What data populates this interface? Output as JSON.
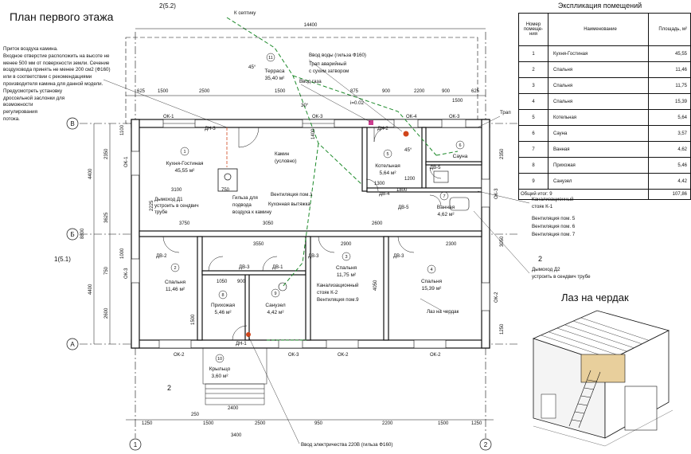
{
  "plan_title": "План первого этажа",
  "axis_labels": {
    "B": "В",
    "B2": "Б",
    "A": "А",
    "n1": "1",
    "n2": "2",
    "b51": "1(5.1)",
    "b52": "2(5.2)",
    "section": "2"
  },
  "rooms": [
    {
      "num": "1",
      "name": "Кухня-Гостиная",
      "area": "45,55 м²"
    },
    {
      "num": "2",
      "name": "Спальня",
      "area": "11,46 м²"
    },
    {
      "num": "3",
      "name": "Спальня",
      "area": "11,75 м²"
    },
    {
      "num": "4",
      "name": "Спальня",
      "area": "15,39 м²"
    },
    {
      "num": "5",
      "name": "Котельная",
      "area": "5,64 м²"
    },
    {
      "num": "6",
      "name": "Сауна",
      "area": "3,57 м²"
    },
    {
      "num": "7",
      "name": "Ванная",
      "area": "4,62 м²"
    },
    {
      "num": "8",
      "name": "Прихожая",
      "area": "5,46 м²"
    },
    {
      "num": "9",
      "name": "Санузел",
      "area": "4,42 м²"
    },
    {
      "num": "10",
      "name": "Крыльцо",
      "area": "3,60 м²"
    },
    {
      "num": "11",
      "name": "Терраса",
      "area": "35,40 м²"
    }
  ],
  "dims_top": {
    "total": "14400",
    "a": "625",
    "b": "1500",
    "c": "2500",
    "d": "1500",
    "e": "875",
    "f": "900",
    "g": "2200",
    "h": "900",
    "i": "1500",
    "j": "625"
  },
  "dims_bottom": {
    "a": "1250",
    "b": "1500",
    "c": "2500",
    "d": "950",
    "e": "2200",
    "f": "1500",
    "g": "1250",
    "h": "3400",
    "i": "2400",
    "j": "250"
  },
  "dims_left": {
    "a": "4400",
    "b": "4400",
    "c": "8800",
    "d": "3625",
    "e": "2350",
    "f": "1100",
    "g": "2600",
    "h": "750",
    "i": "1000"
  },
  "dims_inner": {
    "d1": "3100",
    "d2": "3750",
    "d3": "3050",
    "d4": "3550",
    "d5": "2900",
    "d6": "2300",
    "d7": "2600",
    "d8": "1800",
    "d9": "750",
    "d10": "2225",
    "d11": "1500",
    "d12": "1300",
    "d13": "1200",
    "d14": "4050",
    "d15": "1050",
    "d16": "900",
    "d17": "1400",
    "d18": "1250",
    "d19": "2350",
    "d20": "3050"
  },
  "doors_windows": {
    "ok1": "ОК-1",
    "ok2": "ОК-2",
    "ok3": "ОК-3",
    "ok4": "ОК-4",
    "dv1": "ДВ-1",
    "dv2": "ДВ-2",
    "dv3": "ДВ-3",
    "dv4": "ДВ-4",
    "dv5": "ДВ-5",
    "dn1": "ДН-1",
    "dn2": "ДН-2",
    "dn3": "ДН-3"
  },
  "annotations": {
    "septik": "К септику",
    "water": "Ввод воды (гильза Ф160)",
    "trap_drain": "Трап аварийный",
    "trap_drain2": "с сухим затвором",
    "gas": "Ввод газа",
    "trap": "Трап",
    "kamin": "Камин",
    "kamin2": "(условно)",
    "vent1": "Вентиляция пом.1",
    "kitchen_hood": "Кухонная вытяжка",
    "sleeve1": "Гильза для",
    "sleeve2": "подвода",
    "sleeve3": "воздуха к камину",
    "chimney1": "Дымоход Д1",
    "chimney1b": "устроить в сендвич",
    "chimney1c": "трубе",
    "sewer2": "Канализационный",
    "sewer2b": "стояк К-2",
    "vent9": "Вентиляция пом.9",
    "hatch": "Лаз на чердак",
    "sewer1": "Канализационный",
    "sewer1b": "стояк К-1",
    "vent5": "Вентиляция пом. 5",
    "vent6": "Вентиляция пом. 6",
    "vent7": "Вентиляция пом. 7",
    "chimney2": "Дымоход Д2",
    "chimney2b": "устроить в сендвич трубе",
    "electric": "Ввод электричества 220В (гильза Ф160)",
    "slope": "i=0.02",
    "angle45": "45°",
    "angle30": "30°",
    "angle45b": "45°"
  },
  "note_lines": [
    "Приток воздуха камина.",
    "Входное отверстие расположить на высоте не",
    "менее 500 мм от поверхности земли. Сечение",
    "воздуховода принять не менее 200 см2 (Ф160)",
    "или в соответствии с рекомендациями",
    "производителя камина для данной модели.",
    "Предусмотреть установку",
    "дроссельной заслонки для",
    "возможности",
    "регулирования",
    "потока."
  ],
  "explication": {
    "title": "Экспликация помещений",
    "headers": {
      "num": "Номер помеще- ния",
      "name": "Наименование",
      "area": "Площадь, м²"
    },
    "rows": [
      {
        "num": "1",
        "name": "Кухня-Гостиная",
        "area": "45,55"
      },
      {
        "num": "2",
        "name": "Спальня",
        "area": "11,46"
      },
      {
        "num": "3",
        "name": "Спальня",
        "area": "11,75"
      },
      {
        "num": "4",
        "name": "Спальня",
        "area": "15,39"
      },
      {
        "num": "5",
        "name": "Котельная",
        "area": "5,64"
      },
      {
        "num": "6",
        "name": "Сауна",
        "area": "3,57"
      },
      {
        "num": "7",
        "name": "Ванная",
        "area": "4,62"
      },
      {
        "num": "8",
        "name": "Прихожая",
        "area": "5,46"
      },
      {
        "num": "9",
        "name": "Санузел",
        "area": "4,42"
      }
    ],
    "total_label": "Общий итог: 9",
    "total_value": "107,86"
  },
  "iso_title": "Лаз на чердак",
  "colors": {
    "line": "#111111",
    "green": "#1d8a2a",
    "red": "#d0451b",
    "pink": "#cc3d8f",
    "wood": "#e8cf9c"
  }
}
